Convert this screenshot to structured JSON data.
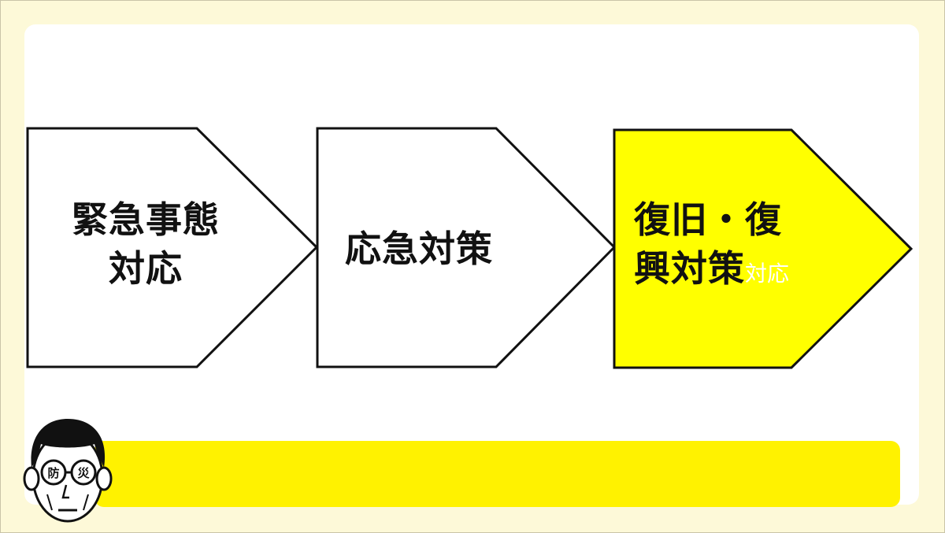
{
  "colors": {
    "background": "#fdf9d8",
    "panel": "#ffffff",
    "highlight": "#ffff00",
    "bar": "#fff200"
  },
  "steps": [
    {
      "line1": "緊急事態",
      "line2": "対応"
    },
    {
      "line1": "応急対策"
    },
    {
      "line1": "復旧・復",
      "line2": "興対策",
      "overlay": "対応"
    }
  ],
  "mascot": {
    "left_lens": "防",
    "right_lens": "災"
  }
}
